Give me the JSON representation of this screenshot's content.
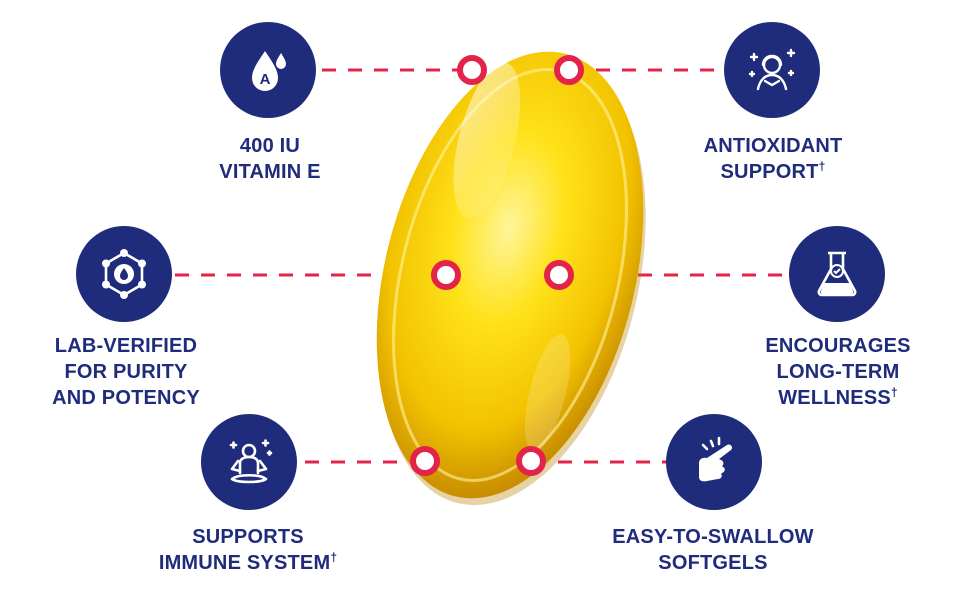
{
  "features": [
    {
      "id": "vitamin-e",
      "icon": "vitamin-a-drop-icon",
      "lines": [
        "400 IU",
        "VITAMIN E"
      ],
      "dagger": ""
    },
    {
      "id": "antioxidant",
      "icon": "glowing-person-icon",
      "lines": [
        "ANTIOXIDANT",
        "SUPPORT"
      ],
      "dagger": "†"
    },
    {
      "id": "lab-verified",
      "icon": "molecule-hexagon-icon",
      "lines": [
        "LAB-VERIFIED",
        "FOR PURITY",
        "AND POTENCY"
      ],
      "dagger": ""
    },
    {
      "id": "wellness",
      "icon": "lab-flask-icon",
      "lines": [
        "ENCOURAGES",
        "LONG-TERM",
        "WELLNESS"
      ],
      "dagger": "†"
    },
    {
      "id": "immune",
      "icon": "meditation-person-icon",
      "lines": [
        "SUPPORTS",
        "IMMUNE SYSTEM"
      ],
      "dagger": "†"
    },
    {
      "id": "softgels",
      "icon": "swallow-hand-icon",
      "lines": [
        "EASY-TO-SWALLOW",
        "SOFTGELS"
      ],
      "dagger": ""
    }
  ],
  "colors": {
    "navy": "#1f2b7b",
    "accent_red": "#e4234a",
    "capsule_gold": "#f3c000"
  }
}
